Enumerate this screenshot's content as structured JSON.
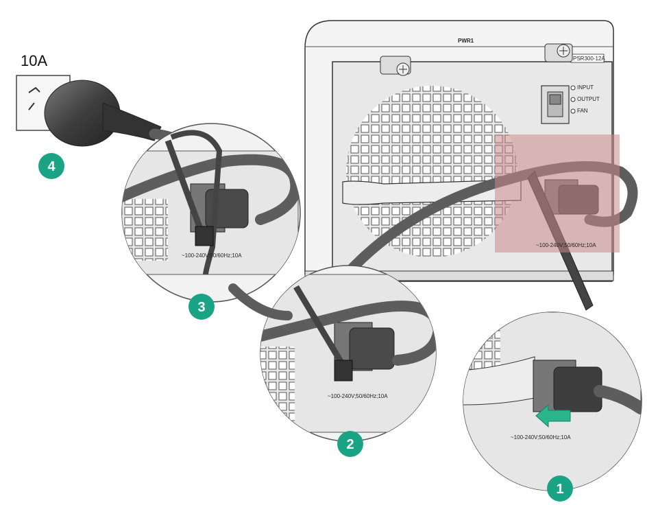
{
  "outlet": {
    "rating": "10A"
  },
  "psu": {
    "slot_label": "PWR1",
    "model_label": "PSR300-12A",
    "led_labels": [
      "INPUT",
      "OUTPUT",
      "FAN"
    ],
    "ac_rating": "~100-240V;50/60Hz;10A"
  },
  "steps": [
    "1",
    "2",
    "3",
    "4"
  ],
  "colors": {
    "step_badge": "#1aa384",
    "arrow": "#2bb58a",
    "highlight": "#c98a8a",
    "cable": "#5d5d5d",
    "panel": "#e6e6e6",
    "chassis": "#f2f2f2"
  }
}
